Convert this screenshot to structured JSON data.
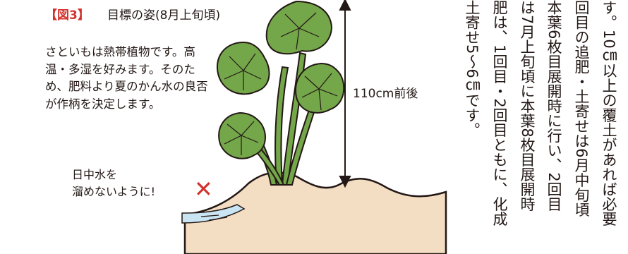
{
  "figure": {
    "label": "【図3】",
    "title": "目標の姿(8月上旬頃)",
    "description": "さといもは熱帯植物です。高温・多湿を好みます。そのため、肥料より夏のかん水の良否が作柄を決定します。",
    "height_label": "110cm前後",
    "warning": [
      "日中水を",
      "溜めないように!"
    ],
    "x_mark": "✕"
  },
  "body_text": {
    "columns": [
      "す。10㎝以上の覆土があれば必要",
      "回目の追肥・土寄せは6月中旬頃",
      "本葉6枚目展開時に行い、2回目",
      "は7月上旬頃に本葉8枚目展開時",
      "肥は、1回目・2回目ともに、化成",
      "土寄せ5〜6㎝です。"
    ]
  },
  "colors": {
    "leaf": "#74a64a",
    "soil": "#f3ddc3",
    "water": "#c9e4f3",
    "accent_red": "#d2322d"
  }
}
